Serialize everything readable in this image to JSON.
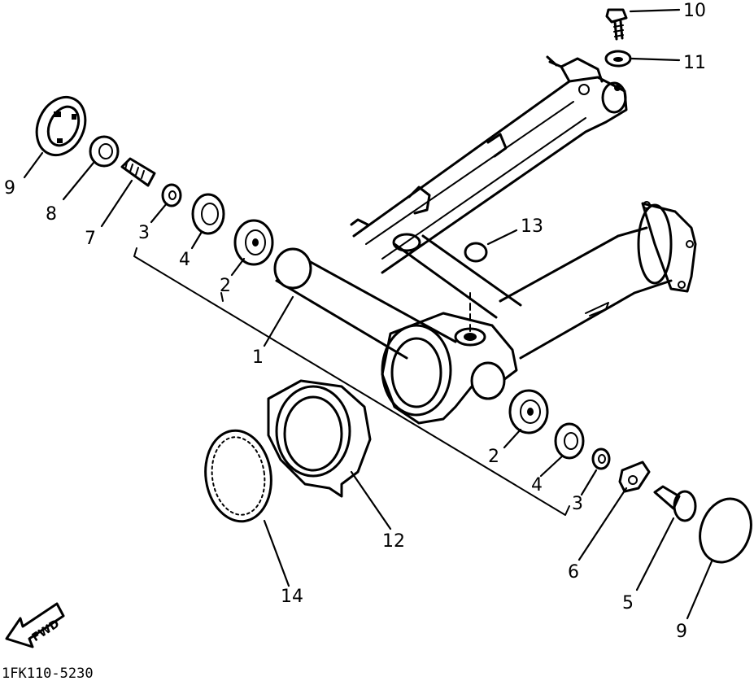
{
  "drawing_code": "1FK110-5230",
  "fwd_label": "FWD",
  "callouts": [
    {
      "id": "c1",
      "text": "1"
    },
    {
      "id": "c2a",
      "text": "2"
    },
    {
      "id": "c2b",
      "text": "2"
    },
    {
      "id": "c3a",
      "text": "3"
    },
    {
      "id": "c3b",
      "text": "3"
    },
    {
      "id": "c4a",
      "text": "4"
    },
    {
      "id": "c4b",
      "text": "4"
    },
    {
      "id": "c5",
      "text": "5"
    },
    {
      "id": "c6",
      "text": "6"
    },
    {
      "id": "c7",
      "text": "7"
    },
    {
      "id": "c8",
      "text": "8"
    },
    {
      "id": "c9a",
      "text": "9"
    },
    {
      "id": "c9b",
      "text": "9"
    },
    {
      "id": "c10",
      "text": "10"
    },
    {
      "id": "c11",
      "text": "11"
    },
    {
      "id": "c12",
      "text": "12"
    },
    {
      "id": "c13",
      "text": "13"
    },
    {
      "id": "c14",
      "text": "14"
    }
  ]
}
